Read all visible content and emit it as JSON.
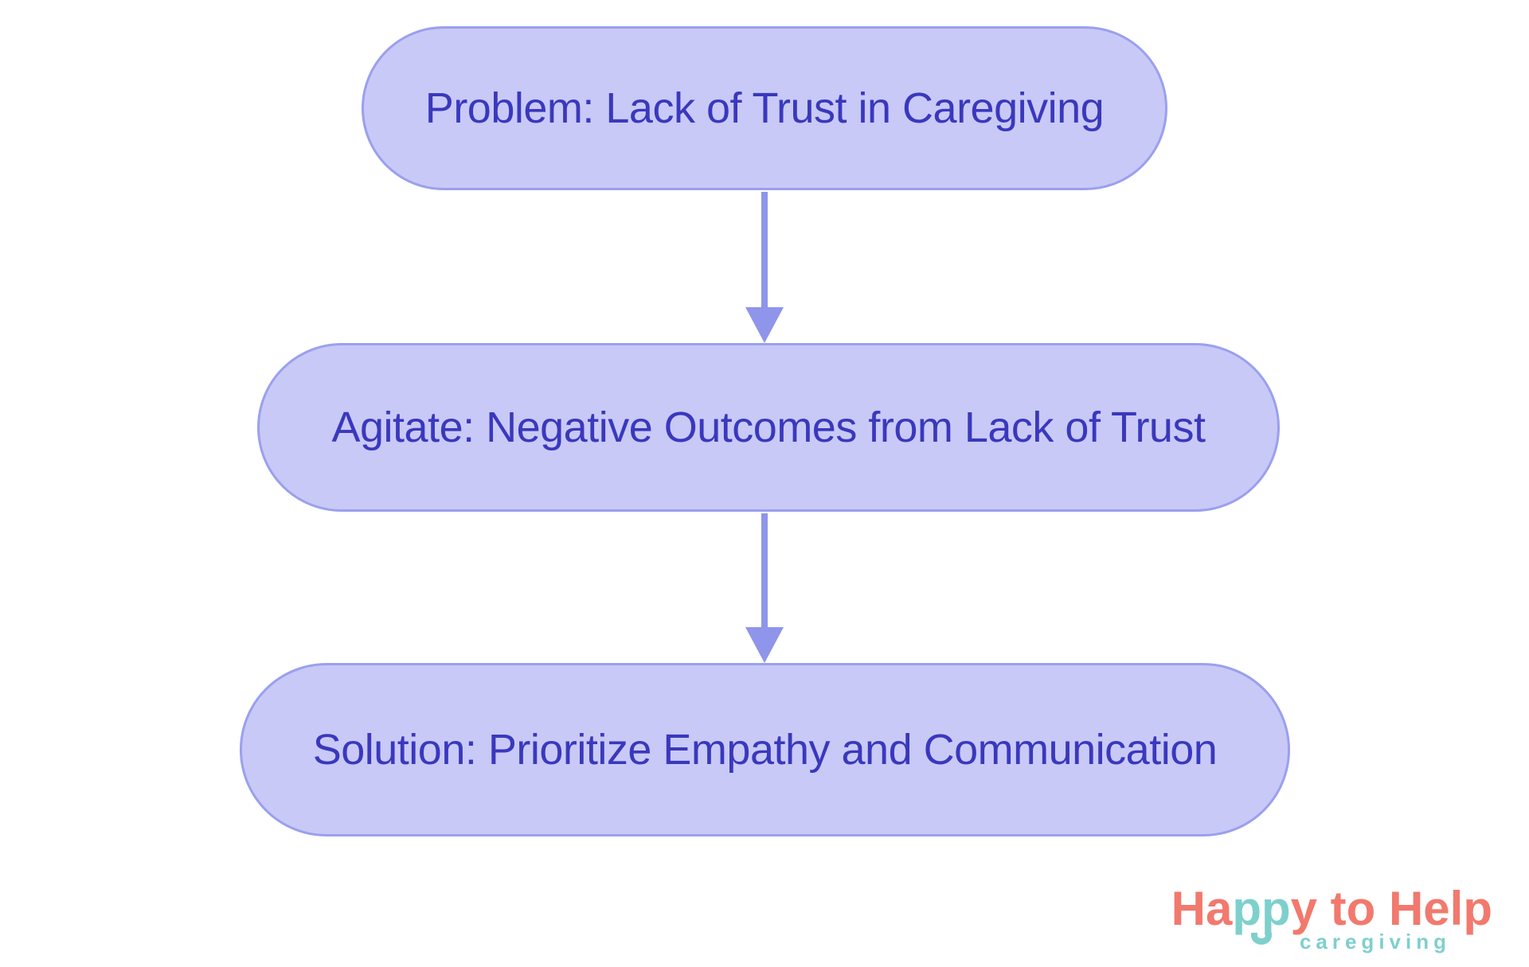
{
  "colors": {
    "background": "#ffffff",
    "node_fill": "#c8c9f7",
    "node_border": "#9aa0ee",
    "node_text": "#3a38bd",
    "arrow": "#8e95eb",
    "logo_coral": "#f2796d",
    "logo_teal": "#7ed0cc"
  },
  "diagram": {
    "type": "flowchart",
    "direction": "top-down",
    "nodes": [
      {
        "id": "problem",
        "label": "Problem: Lack of Trust in Caregiving"
      },
      {
        "id": "agitate",
        "label": "Agitate: Negative Outcomes from Lack of Trust"
      },
      {
        "id": "solution",
        "label": "Solution: Prioritize Empathy and Communication"
      }
    ],
    "edges": [
      {
        "from": "problem",
        "to": "agitate"
      },
      {
        "from": "agitate",
        "to": "solution"
      }
    ]
  },
  "logo": {
    "happy_prefix": "Ha",
    "happy_pp": "pp",
    "happy_suffix": "y to Help",
    "tagline": "caregiving",
    "smile_icon": "smile-arc"
  }
}
